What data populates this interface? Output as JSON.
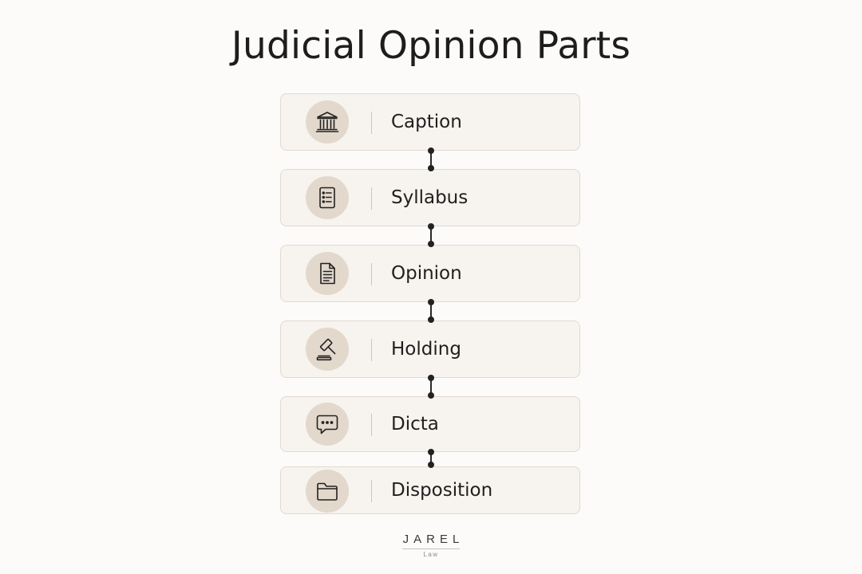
{
  "title": "Judicial Opinion Parts",
  "steps": [
    {
      "label": "Caption",
      "icon": "courthouse-icon"
    },
    {
      "label": "Syllabus",
      "icon": "list-document-icon"
    },
    {
      "label": "Opinion",
      "icon": "document-icon"
    },
    {
      "label": "Holding",
      "icon": "gavel-icon"
    },
    {
      "label": "Dicta",
      "icon": "speech-bubble-icon"
    },
    {
      "label": "Disposition",
      "icon": "folder-icon"
    }
  ],
  "brand": {
    "name": "JAREL",
    "sub": "Law"
  },
  "colors": {
    "background": "#fcfbfa",
    "card": "#f7f3ef",
    "card_border": "#e3d9cf",
    "icon_circle": "#e3d8cc",
    "connector": "#2a2a2a"
  }
}
